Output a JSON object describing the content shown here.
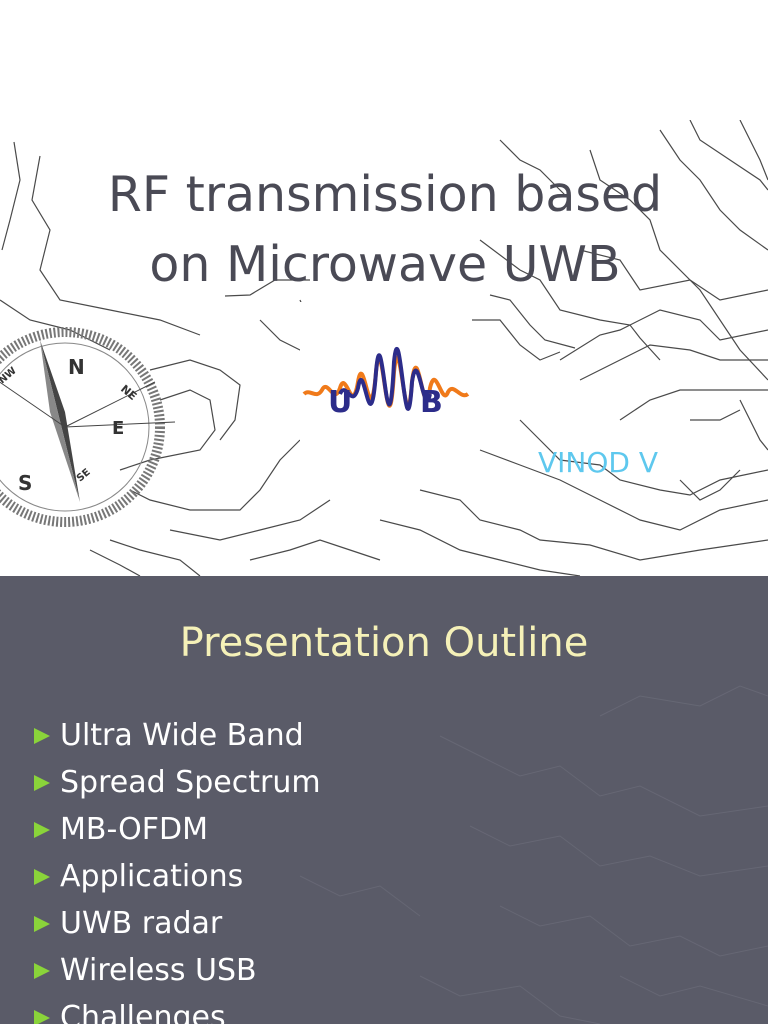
{
  "slide1": {
    "title_lines": [
      "RF transmission based",
      "on Microwave UWB"
    ],
    "author": "VINOD V",
    "logo": {
      "letters": [
        "U",
        "B"
      ],
      "wave_colors": {
        "outer": "#f07a1a",
        "inner": "#2c2c8a"
      },
      "letter_color": "#2c2c8a"
    },
    "compass": {
      "labels": [
        "N",
        "NE",
        "E",
        "SE",
        "S",
        "NW"
      ],
      "icon": "compass-icon"
    },
    "colors": {
      "title": "#4a4a55",
      "author": "#5ec8ee",
      "background": "#ffffff"
    }
  },
  "slide2": {
    "heading": "Presentation Outline",
    "items": [
      "Ultra Wide Band",
      "Spread Spectrum",
      "MB-OFDM",
      "Applications",
      "UWB radar",
      "Wireless USB",
      "Challenges"
    ],
    "bullet_icon": "triangle-bullet-icon",
    "colors": {
      "background": "#5a5b68",
      "heading": "#f5f1b8",
      "items": "#ffffff",
      "bullet": "#8ad43a"
    }
  }
}
